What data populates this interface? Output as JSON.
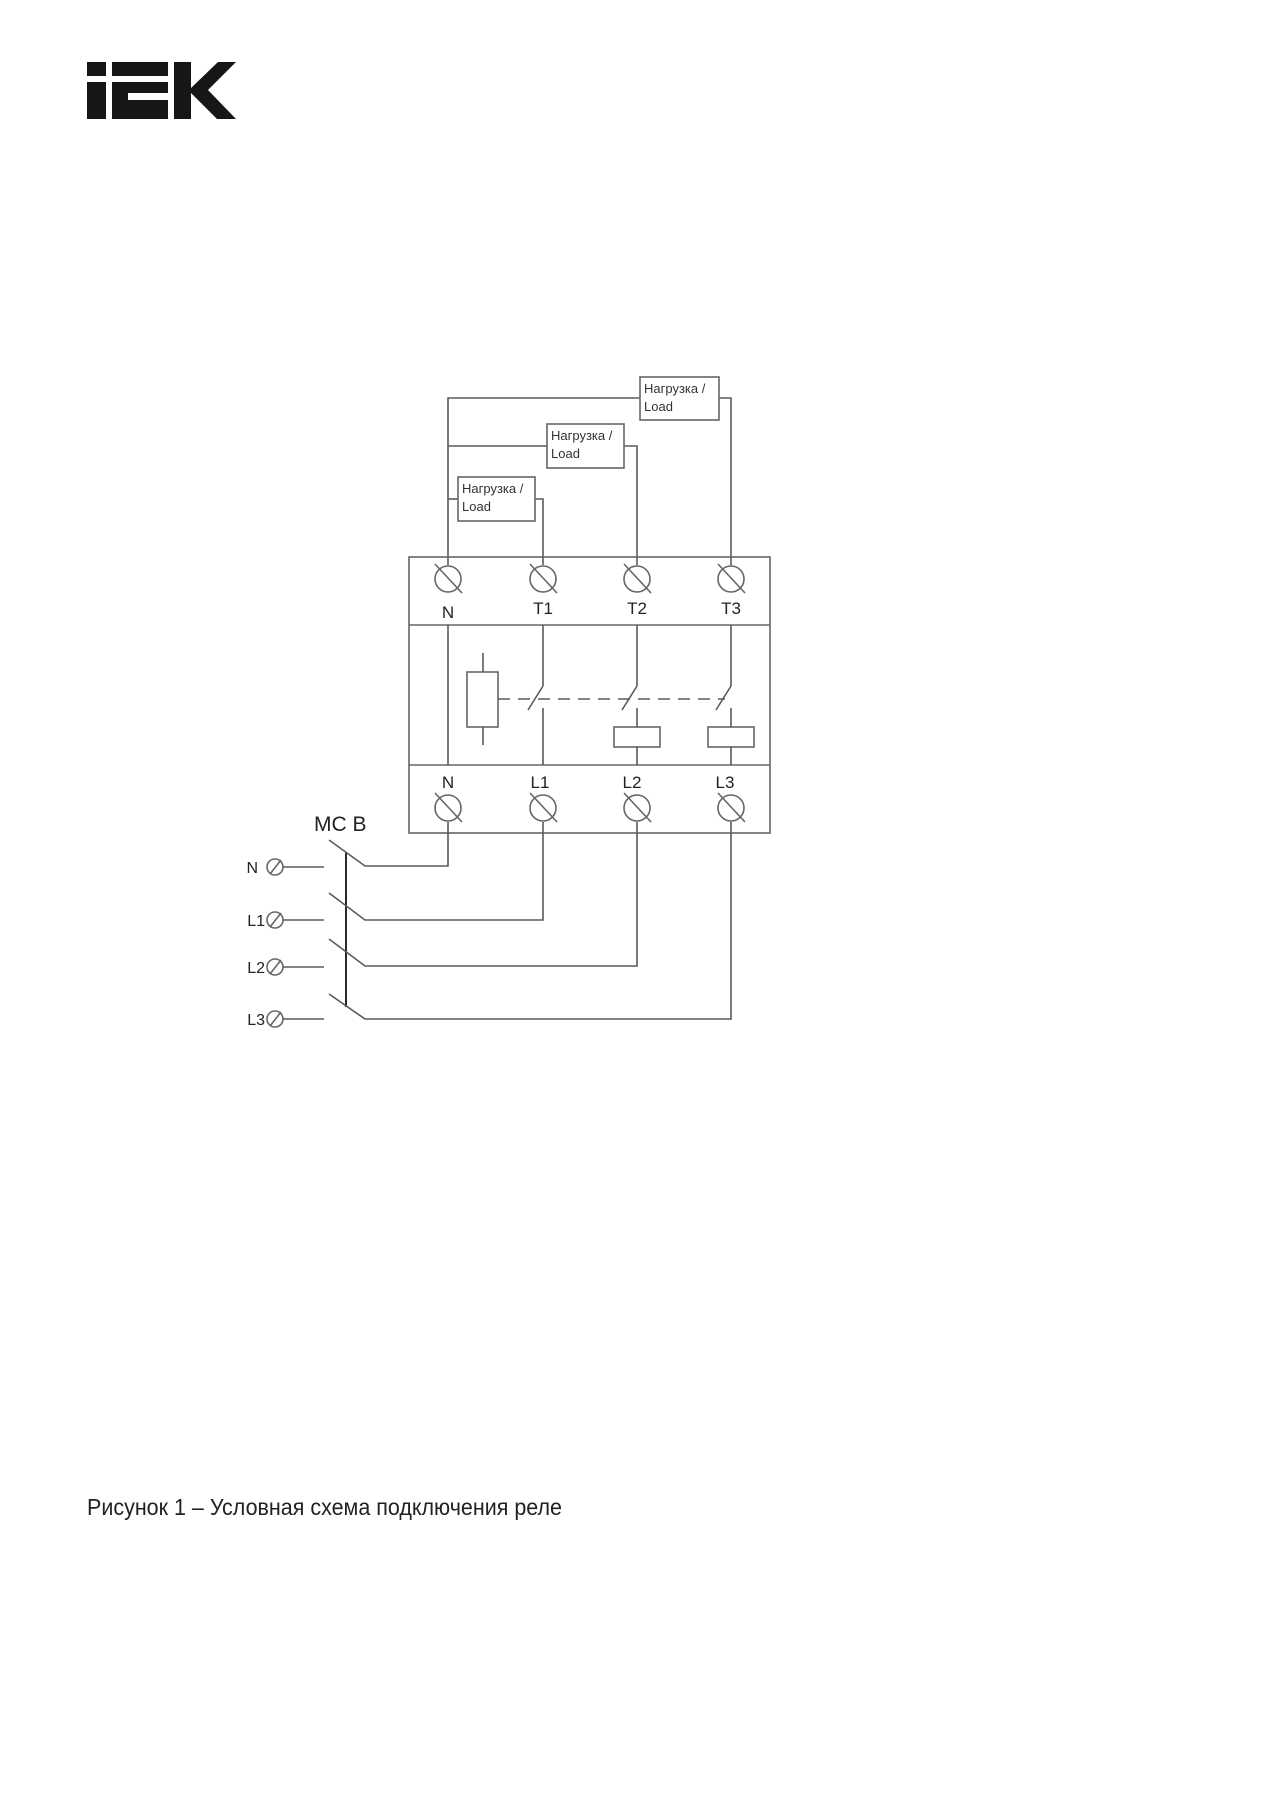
{
  "logo": {
    "text": "IEK"
  },
  "diagram": {
    "loads": [
      {
        "line1": "Нагрузка /",
        "line2": "Load"
      },
      {
        "line1": "Нагрузка /",
        "line2": "Load"
      },
      {
        "line1": "Нагрузка /",
        "line2": "Load"
      }
    ],
    "top_terminals": [
      "N",
      "T1",
      "T2",
      "T3"
    ],
    "bottom_terminals": [
      "N",
      "L1",
      "L2",
      "L3"
    ],
    "mcb_label": "MC B",
    "supply_terminals": [
      "N",
      "L1",
      "L2",
      "L3"
    ]
  },
  "caption": "Рисунок 1 – Условная схема подключения реле"
}
